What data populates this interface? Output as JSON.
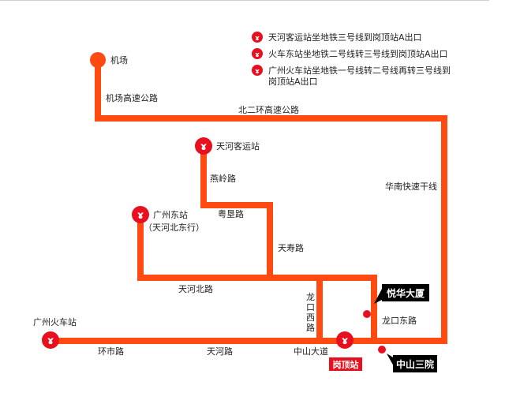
{
  "colors": {
    "route": "#ff4a12",
    "metro": "#e8101e",
    "destination_box": "#000000",
    "station_label_bg": "#e8101e"
  },
  "icons": {
    "metro": "metro-logo-icon"
  },
  "legend": [
    {
      "text": "天河客运站坐地铁三号线到岗顶站A出口"
    },
    {
      "text": "火车东站坐地铁二号线转三号线到岗顶站A出口"
    },
    {
      "text": "广州火车站坐地铁一号线转二号线再转三号线到",
      "text2": "岗顶站A出口"
    }
  ],
  "places": {
    "airport": "机场",
    "tianhe_bus": "天河客运站",
    "east_station": "广州东站",
    "east_station_sub": "（天河北东行）",
    "gz_station": "广州火车站",
    "gangding": "岗顶站",
    "yuehua": "悦华大厦",
    "zhongshan3": "中山三院"
  },
  "roads": {
    "airport_expy": "机场高速公路",
    "north2_ring": "北二环高速公路",
    "huanan_expy": "华南快速干线",
    "yanling": "燕岭路",
    "yueken": "粤垦路",
    "tianshou": "天寿路",
    "tianhe_north": "天河北路",
    "longkou_west_c1": "龙",
    "longkou_west_c2": "口",
    "longkou_west_c3": "西",
    "longkou_west_c4": "路",
    "longkou_east": "龙口东路",
    "huanshi": "环市路",
    "tianhe_rd": "天河路",
    "zhongshan": "中山大道"
  }
}
